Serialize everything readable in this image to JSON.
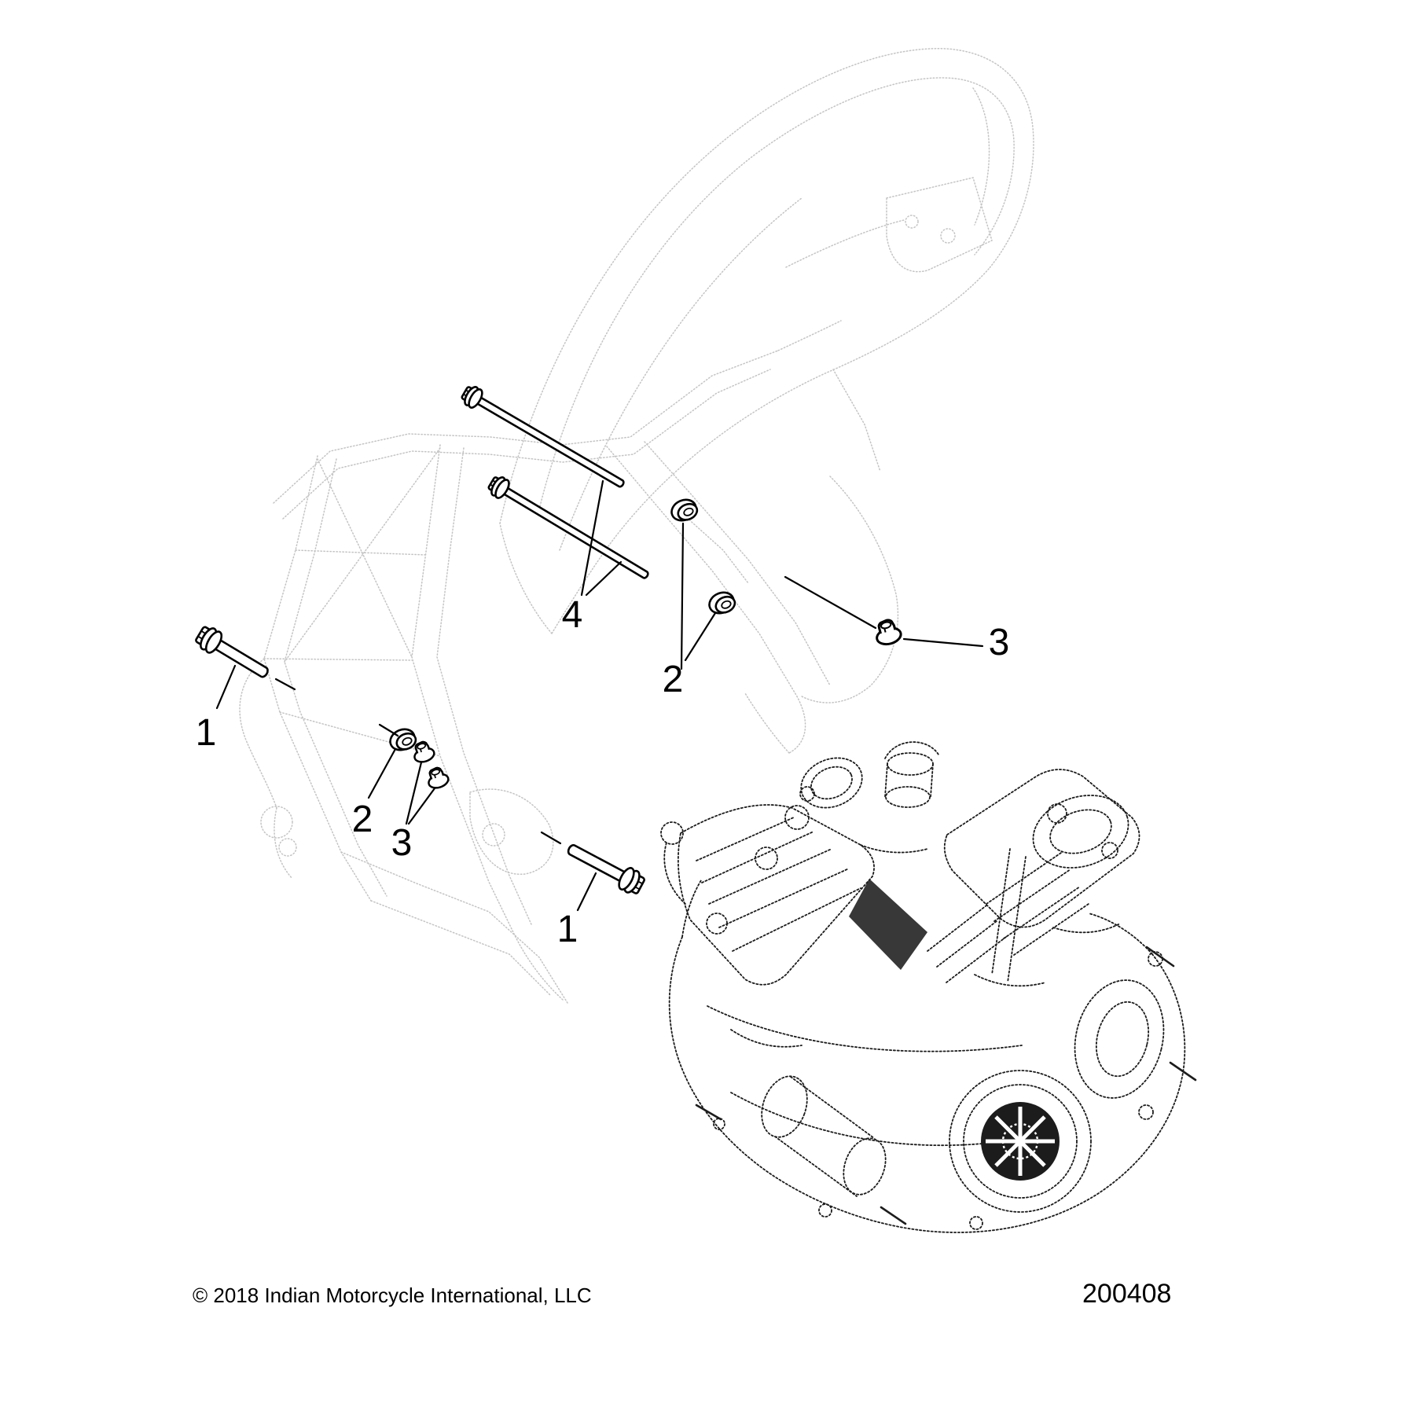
{
  "canvas": {
    "background": "#ffffff",
    "ink": "#000000",
    "engine_ink": "#1c1c1c",
    "faded_frame": "#c4c4c4"
  },
  "callouts": [
    {
      "id": "callout-1-left",
      "text": "1"
    },
    {
      "id": "callout-1-lower",
      "text": "1"
    },
    {
      "id": "callout-2-left",
      "text": "2"
    },
    {
      "id": "callout-2-middle",
      "text": "2"
    },
    {
      "id": "callout-3-left",
      "text": "3"
    },
    {
      "id": "callout-3-right",
      "text": "3"
    },
    {
      "id": "callout-4",
      "text": "4"
    }
  ],
  "footer": {
    "copyright": "© 2018 Indian Motorcycle International, LLC",
    "diagram_number": "200408"
  }
}
